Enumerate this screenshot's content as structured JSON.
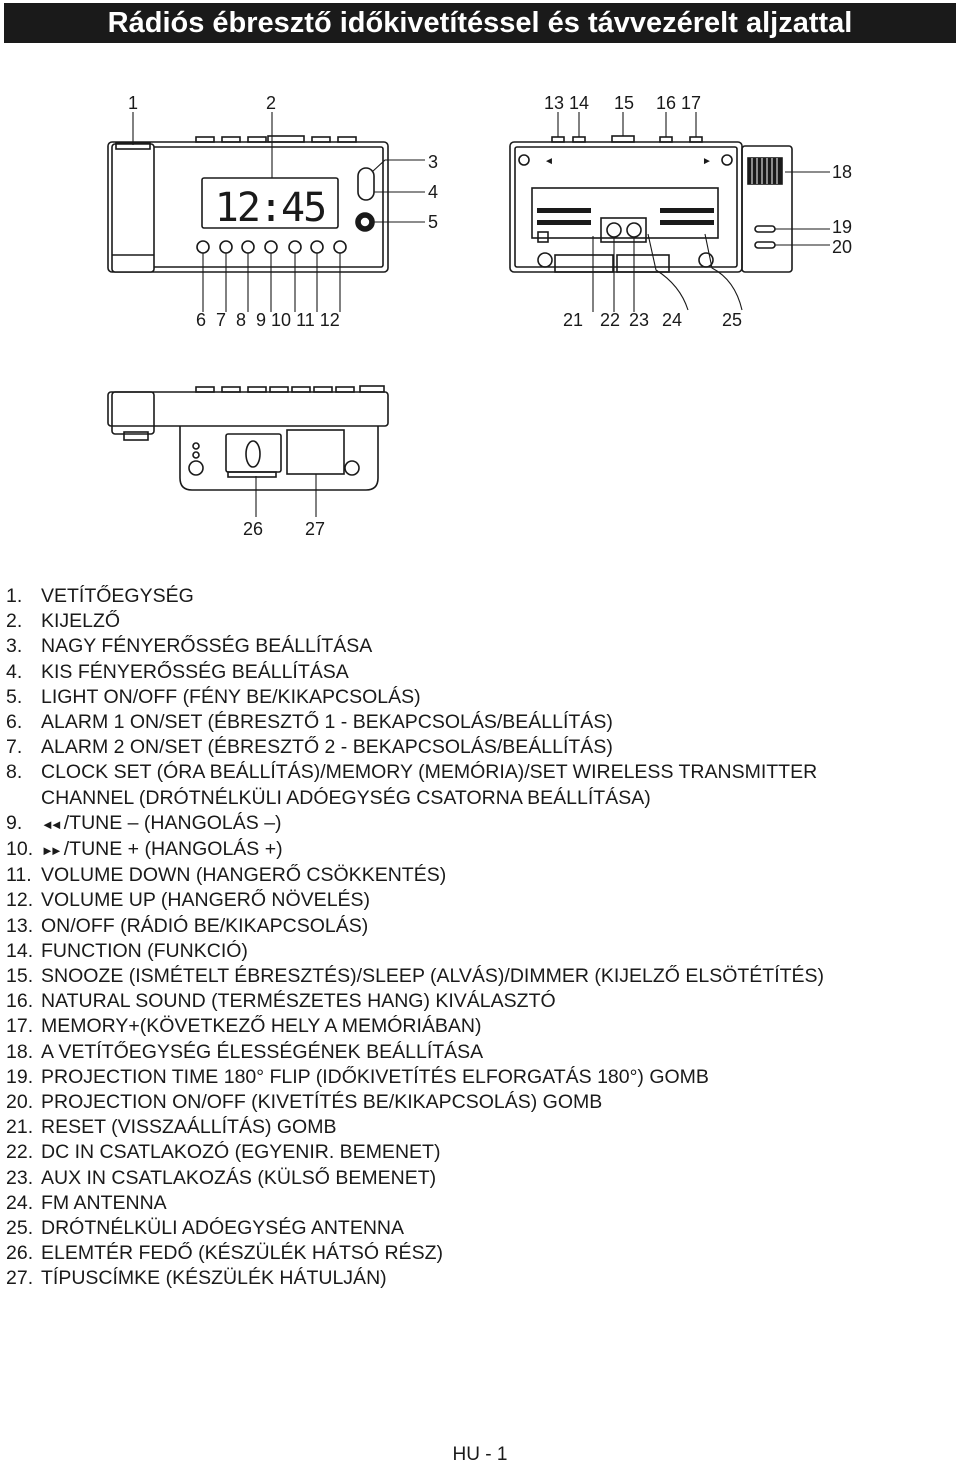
{
  "page": {
    "title": "Rádiós ébresztő időkivetítéssel és távvezérelt aljzattal",
    "footer": "HU - 1"
  },
  "figure": {
    "clock_display": "12:45",
    "callouts_top": [
      "1",
      "2",
      "13 14",
      "15",
      "16 17"
    ],
    "callouts_right": [
      "3",
      "4",
      "5",
      "18",
      "19",
      "20"
    ],
    "callouts_bottom": [
      "6  7  8  9 10 11 12",
      "21",
      "22",
      "23",
      "24",
      "25"
    ],
    "callouts_base": [
      "26",
      "27"
    ]
  },
  "legend": [
    {
      "num": "1.",
      "text": "VETÍTŐEGYSÉG"
    },
    {
      "num": "2.",
      "text": "KIJELZŐ"
    },
    {
      "num": "3.",
      "text": "NAGY FÉNYERŐSSÉG BEÁLLÍTÁSA"
    },
    {
      "num": "4.",
      "text": "KIS FÉNYERŐSSÉG BEÁLLÍTÁSA"
    },
    {
      "num": "5.",
      "text": "LIGHT ON/OFF (FÉNY BE/KIKAPCSOLÁS)"
    },
    {
      "num": "6.",
      "text": "ALARM 1 ON/SET (ÉBRESZTŐ 1 - BEKAPCSOLÁS/BEÁLLÍTÁS)"
    },
    {
      "num": "7.",
      "text": "ALARM 2 ON/SET (ÉBRESZTŐ 2 - BEKAPCSOLÁS/BEÁLLÍTÁS)"
    },
    {
      "num": "8.",
      "text": "CLOCK SET (ÓRA BEÁLLÍTÁS)/MEMORY (MEMÓRIA)/SET WIRELESS TRANSMITTER CHANNEL (DRÓTNÉLKÜLI ADÓEGYSÉG CSATORNA BEÁLLÍTÁSA)"
    },
    {
      "num": "9.",
      "symbol": "◄◄",
      "text": "/TUNE – (HANGOLÁS –)"
    },
    {
      "num": "10.",
      "symbol": "►►",
      "text": "/TUNE + (HANGOLÁS +)"
    },
    {
      "num": "11.",
      "text": "VOLUME DOWN (HANGERŐ CSÖKKENTÉS)"
    },
    {
      "num": "12.",
      "text": "VOLUME UP (HANGERŐ NÖVELÉS)"
    },
    {
      "num": "13.",
      "text": "ON/OFF (RÁDIÓ BE/KIKAPCSOLÁS)"
    },
    {
      "num": "14.",
      "text": "FUNCTION (FUNKCIÓ)"
    },
    {
      "num": "15.",
      "text": "SNOOZE (ISMÉTELT ÉBRESZTÉS)/SLEEP (ALVÁS)/DIMMER (KIJELZŐ ELSÖTÉTÍTÉS)"
    },
    {
      "num": "16.",
      "text": "NATURAL SOUND (TERMÉSZETES HANG) KIVÁLASZTÓ"
    },
    {
      "num": "17.",
      "text": "MEMORY+(KÖVETKEZŐ HELY A MEMÓRIÁBAN)"
    },
    {
      "num": "18.",
      "text": "A VETÍTŐEGYSÉG ÉLESSÉGÉNEK BEÁLLÍTÁSA"
    },
    {
      "num": "19.",
      "text": "PROJECTION TIME 180° FLIP (IDŐKIVETÍTÉS ELFORGATÁS 180°) GOMB"
    },
    {
      "num": "20.",
      "text": "PROJECTION ON/OFF (KIVETÍTÉS BE/KIKAPCSOLÁS) GOMB"
    },
    {
      "num": "21.",
      "text": "RESET (VISSZAÁLLÍTÁS) GOMB"
    },
    {
      "num": "22.",
      "text": "DC IN CSATLAKOZÓ (EGYENIR. BEMENET)"
    },
    {
      "num": "23.",
      "text": "AUX IN CSATLAKOZÁS (KÜLSŐ BEMENET)"
    },
    {
      "num": "24.",
      "text": "FM ANTENNA"
    },
    {
      "num": "25.",
      "text": "DRÓTNÉLKÜLI ADÓEGYSÉG ANTENNA"
    },
    {
      "num": "26.",
      "text": "ELEMTÉR FEDŐ (KÉSZÜLÉK HÁTSÓ RÉSZ)"
    },
    {
      "num": "27.",
      "text": "TÍPUSCÍMKE (KÉSZÜLÉK HÁTULJÁN)"
    }
  ]
}
